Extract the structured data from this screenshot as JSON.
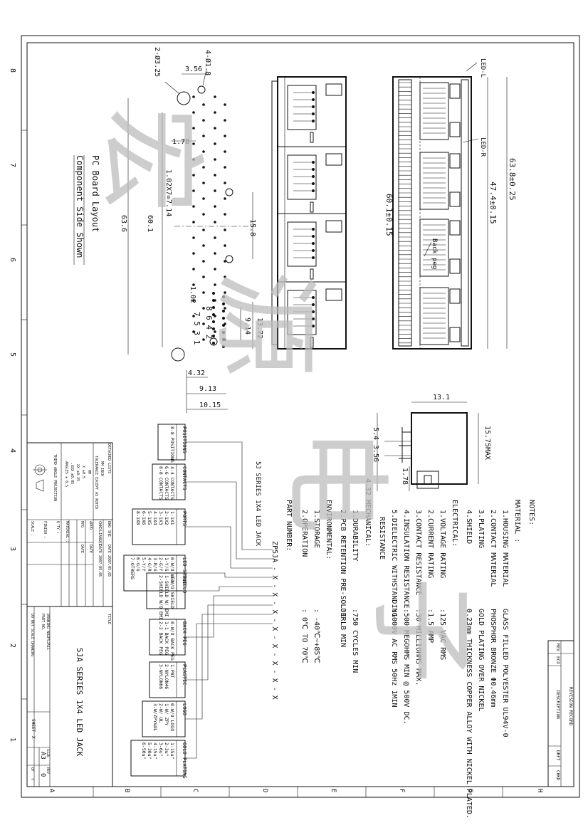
{
  "border": {
    "row_labels": [
      "8",
      "7",
      "6",
      "5",
      "4",
      "3",
      "2",
      "1"
    ],
    "col_labels": [
      "A",
      "B",
      "C",
      "D",
      "E",
      "F",
      "G",
      "H"
    ]
  },
  "pcb": {
    "title": "PC Board Layout",
    "subtitle": "Component Side Shown",
    "dims": {
      "holes_large": "2-Ø3.25",
      "holes_small": "4-Ø1.8",
      "d356": "3.56",
      "d178": "1.78",
      "pitch": "1.02X7=7.14",
      "d636": "63.6",
      "d601": "60.1",
      "d158": "15.8",
      "d102": "1.02",
      "d914": "9.14",
      "d1372": "13.72",
      "d432": "4.32",
      "d913": "9.13",
      "d1015": "10.15"
    },
    "pins_even": "8 6 4 2",
    "pins_odd": "7 5 3 1"
  },
  "front": {
    "led_l": "LED-L",
    "led_r": "LED-R",
    "back_peg": "Back peg",
    "d601": "60.1±0.15",
    "d474": "47.4±0.15",
    "d638": "63.8±0.25"
  },
  "side": {
    "d131": "13.1",
    "d54": "5.4",
    "d356": "3.56",
    "d1575": "15.75MAX",
    "d178": "1.78",
    "d432": "4.32"
  },
  "notes": {
    "title": "NOTES:",
    "material_heading": "MATERIAL :",
    "material": [
      {
        "label": "1.HOUSING MATERIAL",
        "value": "GLASS FILLED POLYESTER UL94V-0"
      },
      {
        "label": "2.CONTACT MATERIAL",
        "value": "PHOSPHOR BRONZE Φ0.46mm"
      },
      {
        "label": "3.PLATING",
        "value": "GOLD PLATING OVER NICKEL"
      },
      {
        "label": "4.SHIELD",
        "value": "0.23mm THICKNESS COPPER ALLOY WITH NICKEL PLATED."
      }
    ],
    "electrical_heading": "ELECTRICAL:",
    "electrical": [
      {
        "label": "1.VOLTAGE RATING",
        "value": ":125 VAC RMS"
      },
      {
        "label": "2.CURRENT RATING",
        "value": ":1.5 AMP"
      },
      {
        "label": "3.CONTACT RESISTANCE",
        "value": ":30 MILLIOHMS MAX."
      },
      {
        "label": "4.INSULATION RESISTANCE",
        "value": ":500 MEGOHMS MIN @ 500V DC."
      },
      {
        "label": "5.DIELECTRIC WITHSTANDING",
        "value": ":1000V AC RMS 50Hz 1MIN"
      },
      {
        "label": "RESISTANCE",
        "value": ""
      }
    ],
    "mechanical_heading": "MECHANICAL:",
    "mechanical": [
      {
        "label": "1.DURABILITY",
        "value": ":750 CYCLES MIN"
      },
      {
        "label": "2.PCB RETENTION PRE-SOLDER",
        "value": ":1 LB MIN"
      }
    ],
    "environmental_heading": "ENVIRONMENTAL:",
    "environmental": [
      {
        "label": "1.STORAGE",
        "value": ": -40℃~+85℃"
      },
      {
        "label": "2.OPERATION",
        "value": ": 0℃ TO 70℃"
      }
    ],
    "part_number_heading": "PART NUMBER:"
  },
  "part_number": {
    "series_label": "5J SERIES 1X4 LED JACK",
    "code": "ZP5JA - X - X - X - X - X - X - X - X",
    "positions": {
      "title": "POSITIONS",
      "items": [
        "8-8 POSITIONS"
      ]
    },
    "contacts": {
      "title": "CONTACTS",
      "items": [
        "4-4 CONTACTS",
        "6-6 CONTACTS",
        "8-8 CONTACTS"
      ]
    },
    "ports": {
      "title": "PORTS",
      "items": [
        "1-1X1",
        "2-1X2",
        "3-1X3",
        "4-1X4",
        "5-1X5",
        "6-1X6",
        "8-1X8"
      ]
    },
    "led_style": {
      "title": "LED STYLE",
      "items": [
        "0-W/O LED",
        "1-Y/G",
        "2-G/Y",
        "3-R/G",
        "4-G/R",
        "5-Y/Y",
        "6-G/G",
        "7-OTHERS"
      ]
    },
    "shield": {
      "title": "SHIELD",
      "items": [
        "0-W/O SHIELD",
        "1-SHIELD W/ EMI",
        "2-SHIELD W/O EMI"
      ]
    },
    "back_peg": {
      "title": "BACK PEG",
      "items": [
        "0-W/O BACK PEG",
        "1-1 BACK PEG",
        "2-2 BACK PEG"
      ]
    },
    "plastic": {
      "title": "PLASTIC",
      "items": [
        "1-PBT",
        "2-NYLON46",
        "3-NYLON66"
      ]
    },
    "logo": {
      "title": "LOGO",
      "items": [
        "0-W/O LOGO",
        "1-W/ ZPY",
        "2-W/ UL",
        "3-W/ZPY&UL"
      ]
    },
    "gold_plating": {
      "title": "GOLD PLATING",
      "items": [
        "1-15u\"",
        "2-3u\"",
        "3-6u\"",
        "4-15u\"",
        "5-30u\"",
        "6-50u\""
      ]
    }
  },
  "revision": {
    "title": "REVISION RECORD",
    "cols": [
      "REV",
      "ECO",
      "DESCRIPTION",
      "DRFT",
      "CHKD"
    ]
  },
  "title_block": {
    "detached_lists": "DETACHED LISTS",
    "units": "MM INCH",
    "tolerance": "TOLERANCE EXCEPT AS NOTED",
    "tol_rows": [
      "MM",
      "X ±0.5",
      "XX ±0.25",
      ".XXX ±0.05"
    ],
    "angles": "ANGLES ± 0.5",
    "projection": "THIRD ANGLE PROJECTION",
    "dwg": "DWG",
    "dwg_by": "SHE",
    "dwg_date": "DATE 2007.05.05",
    "chk": "CHKD",
    "chk_by": "LIANGQI",
    "chk_date": "DATE 2007.05.05",
    "appd": "APPD",
    "appd_date": "DATE",
    "mfg": "MFG",
    "mfg_date": "DATE",
    "qty": "Q'TY :",
    "material": "MATERIAL :",
    "finish": "FINISH :",
    "scale": "SCALE :",
    "title_label": "TITLE",
    "title": "5JA SERIES 1X4 LED JACK",
    "drawing_no_label": "DRAWING NO.",
    "drawing_no": "ZP5JA11",
    "part_no_label": "PART NO.",
    "note": "DO NOT SCALE DRAWING",
    "size_label": "SIZE",
    "size": "A3",
    "rev_label": "REV",
    "rev": "0",
    "sheet_label": "SHEET",
    "sheet": "X",
    "of_label": "OF",
    "of": "Y"
  },
  "watermark": [
    "宏",
    "源",
    "电",
    "子"
  ]
}
